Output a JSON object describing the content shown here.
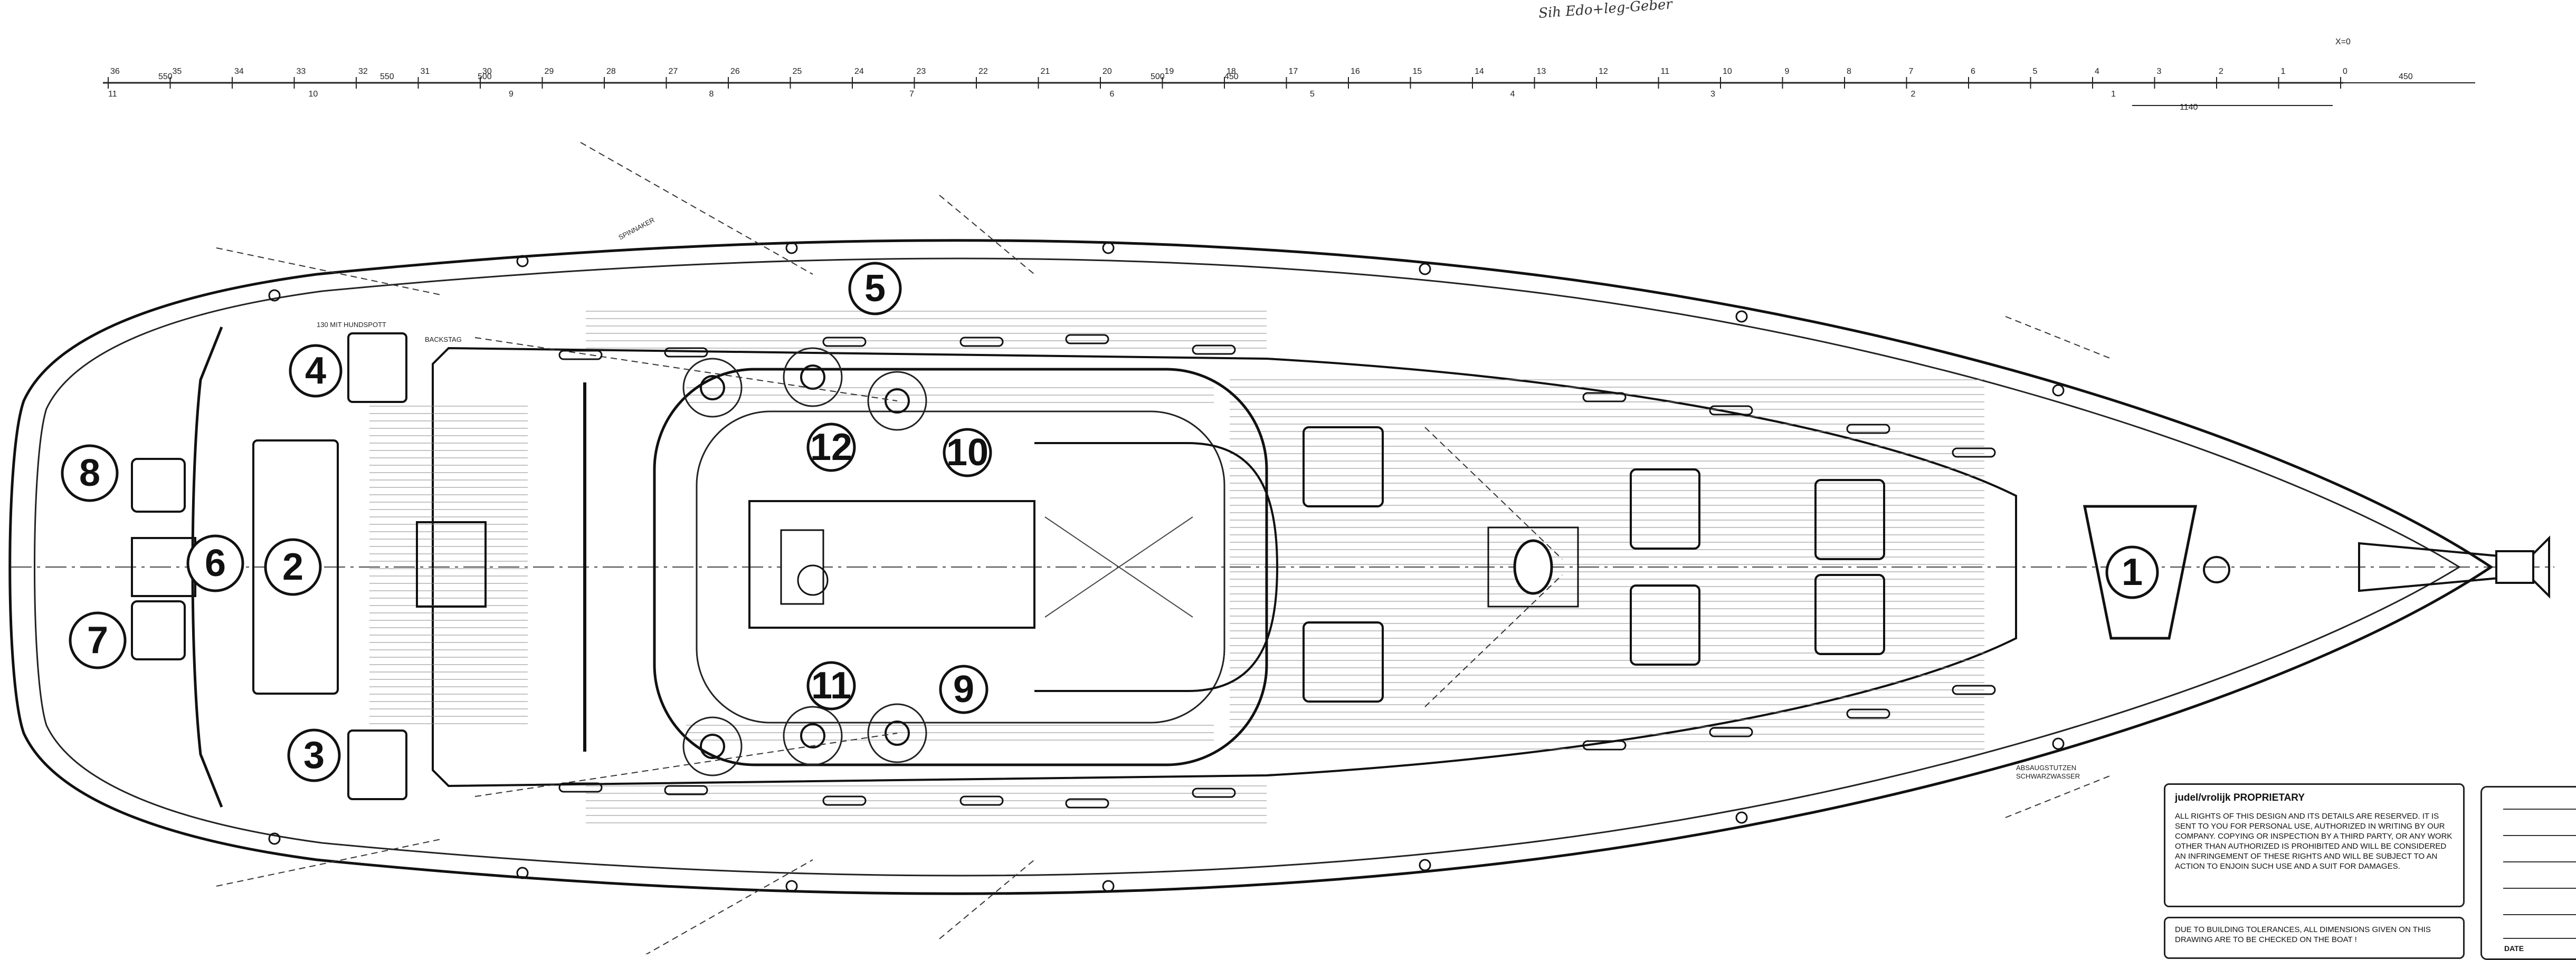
{
  "handwritten_note": "Sih Edo+leg-Geber",
  "scale_bar": {
    "station_labels": [
      "36",
      "35",
      "34",
      "33",
      "32",
      "31",
      "30",
      "29",
      "28",
      "27",
      "26",
      "25",
      "24",
      "23",
      "22",
      "21",
      "20",
      "19",
      "18",
      "17",
      "16",
      "15",
      "14",
      "13",
      "12",
      "11",
      "10",
      "9",
      "8",
      "7",
      "6",
      "5",
      "4",
      "3",
      "2",
      "1",
      "0"
    ],
    "lower_labels": [
      "11",
      "10",
      "9",
      "8",
      "7",
      "6",
      "5",
      "4",
      "3",
      "2",
      "1"
    ],
    "dimension_labels": [
      "550",
      "550",
      "500",
      "500",
      "450",
      "450",
      "1140"
    ],
    "end_label": "X=0"
  },
  "annotations": {
    "shackle_note": "130 MIT HUNDSPOTT",
    "backstay": "BACKSTAG",
    "spinnaker": "SPINNAKER",
    "waste_outlet": "ABSAUGSTUTZEN SCHWARZWASSER"
  },
  "markers": [
    {
      "number": "1"
    },
    {
      "number": "2"
    },
    {
      "number": "3"
    },
    {
      "number": "4"
    },
    {
      "number": "5"
    },
    {
      "number": "6"
    },
    {
      "number": "7"
    },
    {
      "number": "8"
    },
    {
      "number": "9"
    },
    {
      "number": "10"
    },
    {
      "number": "11"
    },
    {
      "number": "12"
    }
  ],
  "proprietary_box": {
    "title": "judel/vrolijk PROPRIETARY",
    "text": "ALL RIGHTS OF THIS DESIGN AND ITS DETAILS ARE RESERVED. IT IS SENT TO YOU FOR PERSONAL USE, AUTHORIZED IN WRITING BY OUR COMPANY. COPYING OR INSPECTION BY A THIRD PARTY, OR ANY WORK OTHER THAN AUTHORIZED IS PROHIBITED AND WILL BE CONSIDERED AN INFRINGEMENT OF THESE RIGHTS AND WILL BE SUBJECT TO AN ACTION TO ENJOIN SUCH USE AND A SUIT FOR DAMAGES."
  },
  "tolerance_box": {
    "text": "DUE TO BUILDING TOLERANCES, ALL DIMENSIONS GIVEN ON THIS DRAWING ARE TO BE CHECKED ON THE BOAT !"
  },
  "title_block": {
    "date_label": "DATE"
  }
}
